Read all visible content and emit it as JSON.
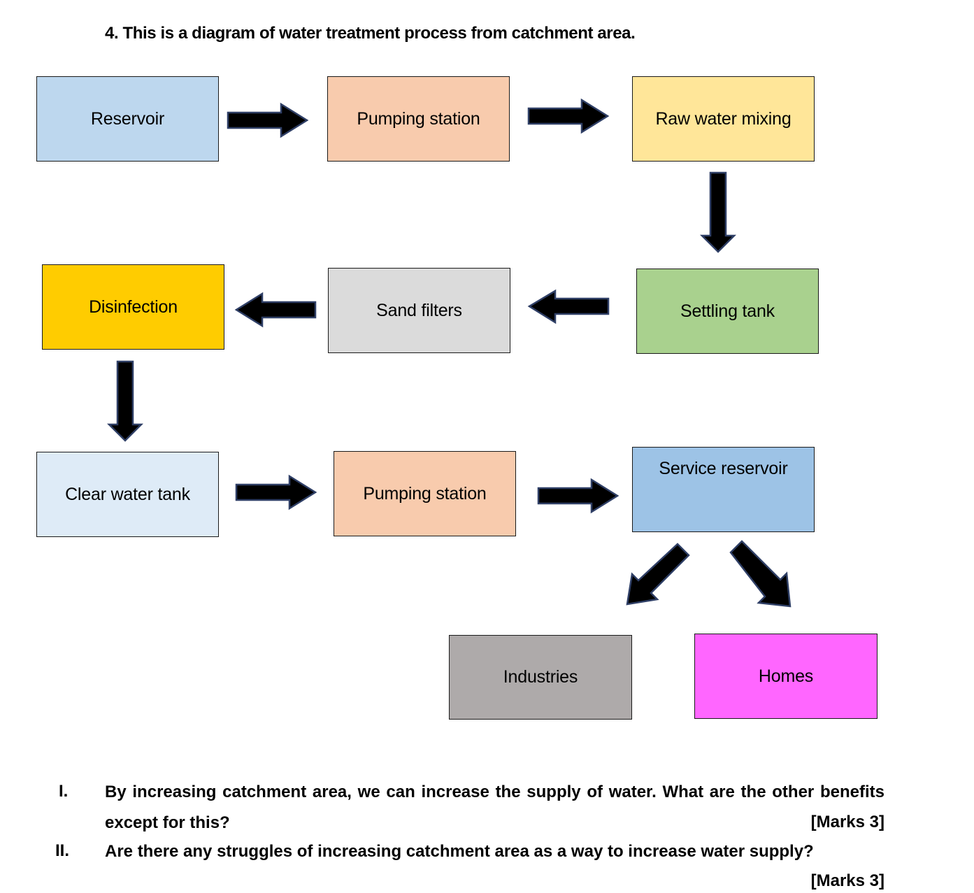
{
  "title": "4.  This is a diagram of water treatment process from catchment area.",
  "nodes": [
    {
      "id": "reservoir",
      "label": "Reservoir",
      "color": "#bdd7ee"
    },
    {
      "id": "pumping-station-1",
      "label": "Pumping station",
      "color": "#f8cbad"
    },
    {
      "id": "raw-water-mixing",
      "label": "Raw water mixing",
      "color": "#ffe699"
    },
    {
      "id": "settling-tank",
      "label": "Settling tank",
      "color": "#a9d18e"
    },
    {
      "id": "sand-filters",
      "label": "Sand filters",
      "color": "#dbdbdb"
    },
    {
      "id": "disinfection",
      "label": "Disinfection",
      "color": "#ffcc00"
    },
    {
      "id": "clear-water-tank",
      "label": "Clear water tank",
      "color": "#deebf7"
    },
    {
      "id": "pumping-station-2",
      "label": "Pumping station",
      "color": "#f8cbad"
    },
    {
      "id": "service-reservoir",
      "label": "Service reservoir",
      "color": "#9dc3e6"
    },
    {
      "id": "industries",
      "label": "Industries",
      "color": "#aeaaaa"
    },
    {
      "id": "homes",
      "label": "Homes",
      "color": "#ff66ff"
    }
  ],
  "edges": [
    {
      "from": "reservoir",
      "to": "pumping-station-1"
    },
    {
      "from": "pumping-station-1",
      "to": "raw-water-mixing"
    },
    {
      "from": "raw-water-mixing",
      "to": "settling-tank"
    },
    {
      "from": "settling-tank",
      "to": "sand-filters"
    },
    {
      "from": "sand-filters",
      "to": "disinfection"
    },
    {
      "from": "disinfection",
      "to": "clear-water-tank"
    },
    {
      "from": "clear-water-tank",
      "to": "pumping-station-2"
    },
    {
      "from": "pumping-station-2",
      "to": "service-reservoir"
    },
    {
      "from": "service-reservoir",
      "to": "industries"
    },
    {
      "from": "service-reservoir",
      "to": "homes"
    }
  ],
  "questions": [
    {
      "number": "I.",
      "text": "By increasing catchment area, we can increase the supply of water. What are the other benefits except for this?",
      "marks": "[Marks 3]"
    },
    {
      "number": "II.",
      "text": "Are there any struggles of increasing catchment area as a way to increase water supply?",
      "marks": "[Marks 3]"
    }
  ]
}
